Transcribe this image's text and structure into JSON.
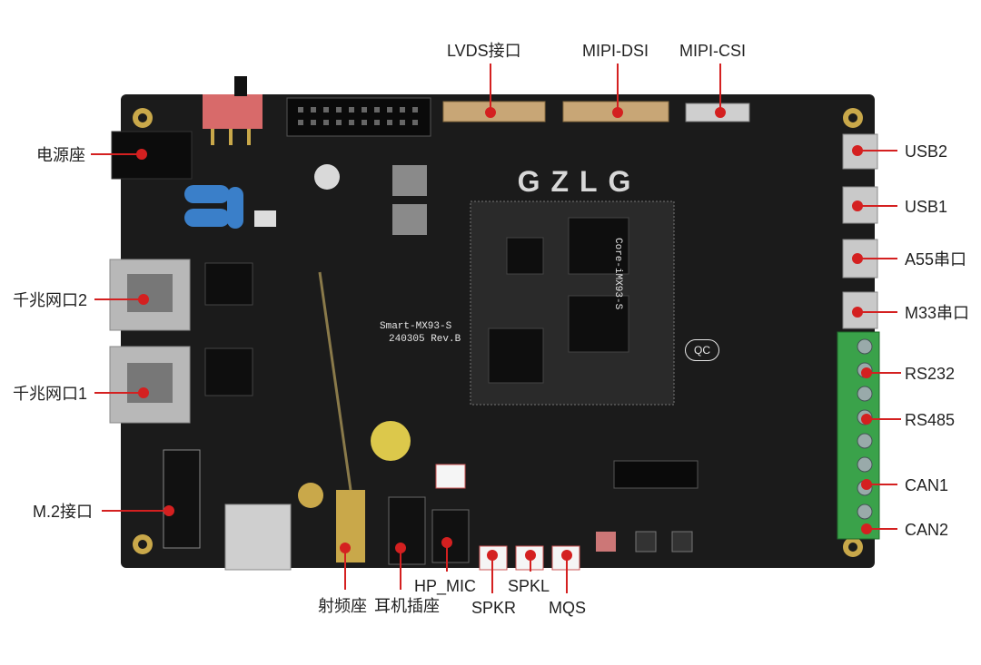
{
  "board": {
    "brand": "GZLG",
    "silkscreen_model": "Smart-MX93-S",
    "silkscreen_rev": "240305 Rev.B",
    "qc_mark": "QC",
    "core_label": "Core-iMX93-S"
  },
  "callouts": {
    "lvds": "LVDS接口",
    "mipi_dsi": "MIPI-DSI",
    "mipi_csi": "MIPI-CSI",
    "power": "电源座",
    "ethernet2": "千兆网口2",
    "ethernet1": "千兆网口1",
    "m2": "M.2接口",
    "usb2": "USB2",
    "usb1": "USB1",
    "a55_uart": "A55串口",
    "m33_uart": "M33串口",
    "rs232": "RS232",
    "rs485": "RS485",
    "can1": "CAN1",
    "can2": "CAN2",
    "rf": "射频座",
    "headphone": "耳机插座",
    "hp_mic": "HP_MIC",
    "spkr": "SPKR",
    "spkl": "SPKL",
    "mqs": "MQS"
  },
  "colors": {
    "pcb": "#1b1b1b",
    "marker": "#d42020",
    "text": "#222222",
    "terminal_green": "#3aa24a"
  }
}
